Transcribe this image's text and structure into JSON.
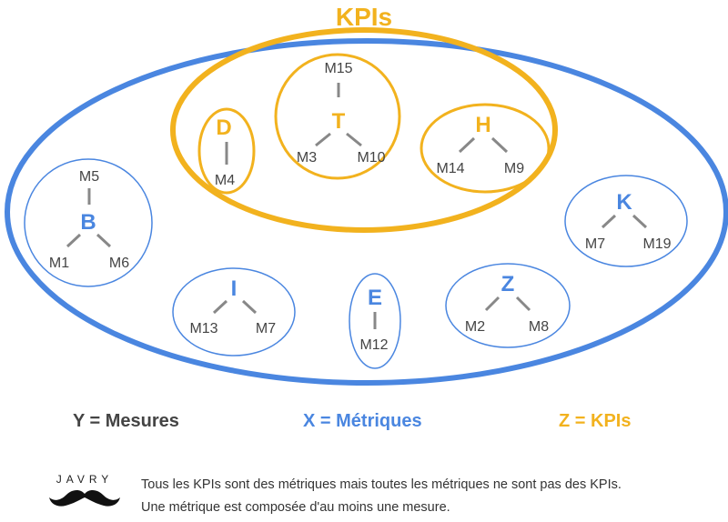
{
  "colors": {
    "metric": "#4a86e0",
    "kpi": "#f2b21e",
    "measure": "#444444",
    "connector": "#888888"
  },
  "kpi_title": "KPIs",
  "nodes": [
    {
      "id": "D",
      "label": "D",
      "kind": "kpi",
      "measures": [
        "M4"
      ]
    },
    {
      "id": "T",
      "label": "T",
      "kind": "kpi",
      "measures": [
        "M15",
        "M3",
        "M10"
      ]
    },
    {
      "id": "H",
      "label": "H",
      "kind": "kpi",
      "measures": [
        "M14",
        "M9"
      ]
    },
    {
      "id": "B",
      "label": "B",
      "kind": "metric",
      "measures": [
        "M5",
        "M1",
        "M6"
      ]
    },
    {
      "id": "K",
      "label": "K",
      "kind": "metric",
      "measures": [
        "M7",
        "M19"
      ]
    },
    {
      "id": "I",
      "label": "I",
      "kind": "metric",
      "measures": [
        "M13",
        "M7"
      ]
    },
    {
      "id": "E",
      "label": "E",
      "kind": "metric",
      "measures": [
        "M12"
      ]
    },
    {
      "id": "Z",
      "label": "Z",
      "kind": "metric",
      "measures": [
        "M2",
        "M8"
      ]
    }
  ],
  "legend": {
    "measures": "Y = Mesures",
    "metrics": "X = Métriques",
    "kpis": "Z = KPIs"
  },
  "brand": "JAVRY",
  "notes": [
    "Tous les KPIs sont des métriques mais toutes les métriques ne sont pas des KPIs.",
    "Une métrique est composée d'au moins une mesure."
  ]
}
